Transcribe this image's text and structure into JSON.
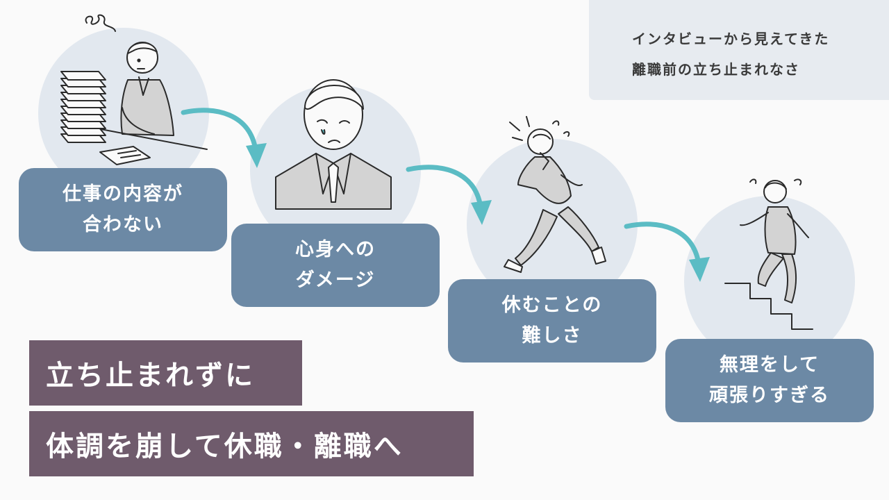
{
  "note": {
    "line1": "インタビューから見えてきた",
    "line2": "離職前の立ち止まれなさ"
  },
  "steps": [
    {
      "line1": "仕事の内容が",
      "line2": "合わない"
    },
    {
      "line1": "心身への",
      "line2": "ダメージ"
    },
    {
      "line1": "休むことの",
      "line2": "難しさ"
    },
    {
      "line1": "無理をして",
      "line2": "頑張りすぎる"
    }
  ],
  "headline": {
    "line1": "立ち止まれずに",
    "line2": "体調を崩して休職・離職へ"
  },
  "colors": {
    "card": "#6c89a5",
    "circle": "#e2e8ef",
    "arrow": "#5bbcc4",
    "banner": "#6f5b6c",
    "note": "#e7ebf0"
  }
}
